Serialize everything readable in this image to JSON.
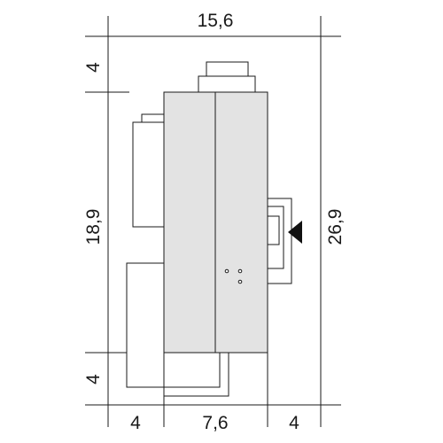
{
  "dimensions": {
    "overall_width": "15,6",
    "overall_height": "26,9",
    "upper_offset": "4",
    "body_height": "18,9",
    "lower_offset": "4",
    "left_offset": "4",
    "body_width": "7,6",
    "right_offset": "4"
  },
  "colors": {
    "body_fill": "#e3e3e3",
    "line": "#1a1a1a",
    "background": "#ffffff"
  }
}
